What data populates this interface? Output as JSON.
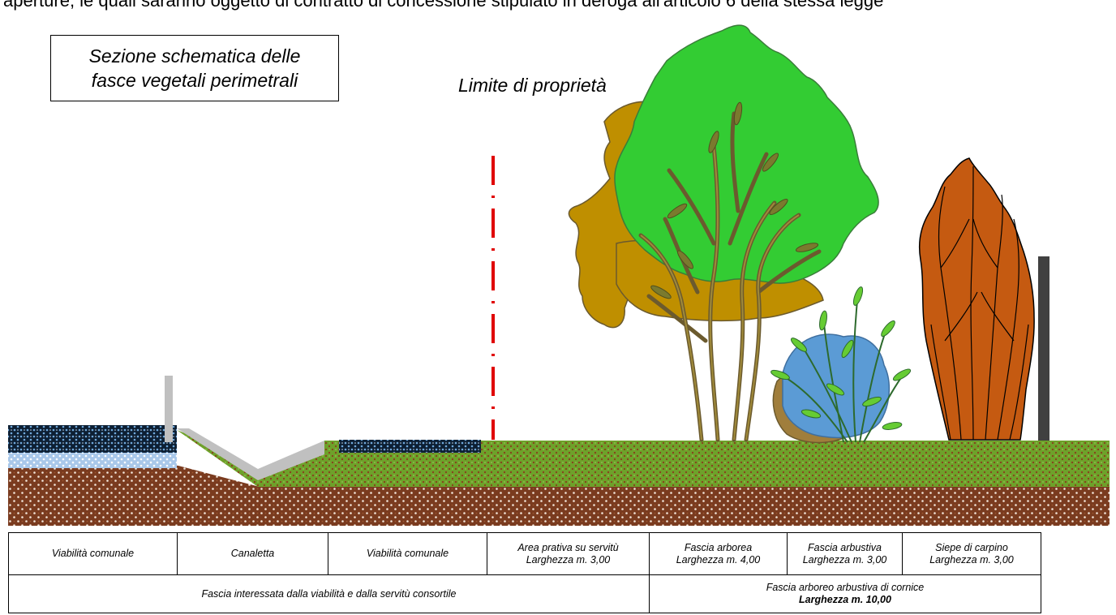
{
  "top_strip_text": "aperture, le quali saranno oggetto di contratto di concessione stipulato in deroga all'articolo 6 della stessa legge",
  "title": {
    "line1": "Sezione schematica delle",
    "line2": "fasce vegetali perimetrali"
  },
  "property_limit_label": "Limite di proprietà",
  "legend_row1": [
    {
      "line1": "Viabilità comunale",
      "line2": ""
    },
    {
      "line1": "Canaletta",
      "line2": ""
    },
    {
      "line1": "Viabilità comunale",
      "line2": ""
    },
    {
      "line1": "Area prativa su servitù",
      "line2": "Larghezza m. 3,00"
    },
    {
      "line1": "Fascia arborea",
      "line2": "Larghezza m. 4,00"
    },
    {
      "line1": "Fascia arbustiva",
      "line2": "Larghezza m. 3,00"
    },
    {
      "line1": "Siepe di carpino",
      "line2": "Larghezza m. 3,00"
    }
  ],
  "legend_row2": {
    "left": "Fascia interessata dalla viabilità e dalla servitù consortile",
    "right_line1": "Fascia arboreo arbustiva di cornice",
    "right_line2": "Larghezza m. 10,00"
  },
  "colors": {
    "soil": "#7a3b1f",
    "grass": "#6ea12a",
    "asphalt": "#0d1f33",
    "gravel": "#a9c8ea",
    "concrete": "#c0c0c0",
    "limit_line": "#e00000",
    "tree_canopy": "#33cc33",
    "tree_back_canopy": "#bf8f00",
    "shrub_blue": "#5b9bd5",
    "hedge": "#c55a11",
    "fence_post": "#404040"
  }
}
